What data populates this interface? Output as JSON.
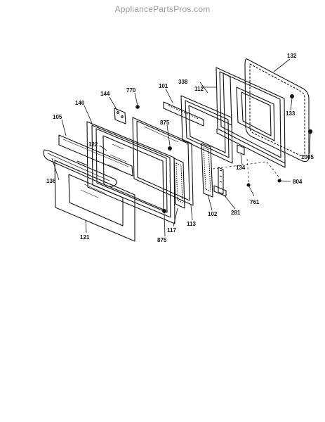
{
  "watermark": "AppliancePartsPros.com",
  "callouts": {
    "c132": "132",
    "c338": "338",
    "c112": "112",
    "c101": "101",
    "c770": "770",
    "c144": "144",
    "c140": "140",
    "c105": "105",
    "c875a": "875",
    "c122": "122",
    "c133": "133",
    "c1005": "1005",
    "c134": "134",
    "c804": "804",
    "c136": "136",
    "c761": "761",
    "c102": "102",
    "c281": "281",
    "c117": "117",
    "c113": "113",
    "c121": "121",
    "c875b": "875"
  }
}
